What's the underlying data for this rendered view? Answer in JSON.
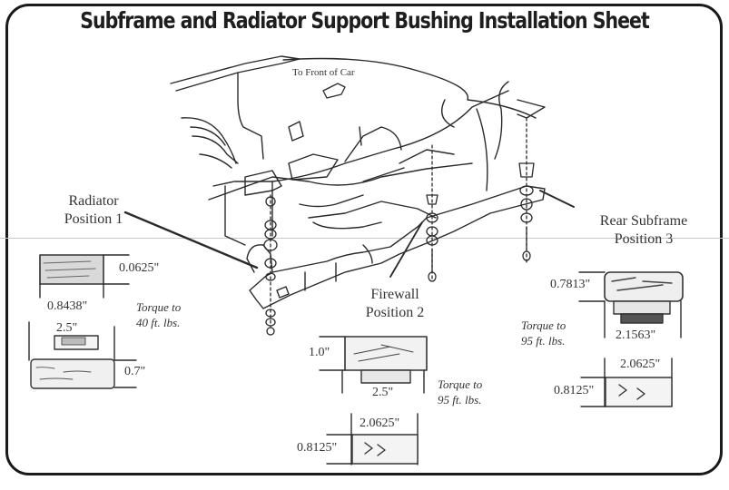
{
  "title": "Subframe and Radiator Support Bushing Installation Sheet",
  "direction_label": "To Front of Car",
  "positions": [
    {
      "name_line1": "Radiator",
      "name_line2": "Position 1",
      "torque_line1": "Torque to",
      "torque_line2": "40 ft. lbs.",
      "upper_bushing": {
        "height": "0.0625\"",
        "width": "0.8438\""
      },
      "lower_bushing": {
        "width": "2.5\"",
        "height": "0.7\""
      }
    },
    {
      "name_line1": "Firewall",
      "name_line2": "Position 2",
      "torque_line1": "Torque to",
      "torque_line2": "95 ft. lbs.",
      "upper_bushing": {
        "height": "1.0\"",
        "width": "2.5\""
      },
      "lower_bushing": {
        "width": "2.0625\"",
        "height": "0.8125\""
      }
    },
    {
      "name_line1": "Rear Subframe",
      "name_line2": "Position 3",
      "torque_line1": "Torque to",
      "torque_line2": "95 ft. lbs.",
      "upper_bushing": {
        "height": "0.7813\"",
        "width": "2.1563\""
      },
      "lower_bushing": {
        "width": "2.0625\"",
        "height": "0.8125\""
      }
    }
  ]
}
